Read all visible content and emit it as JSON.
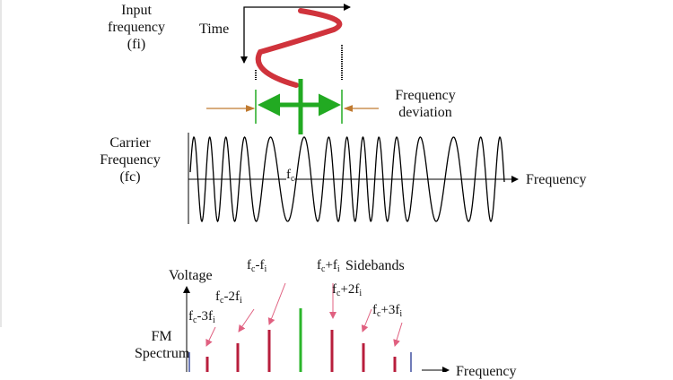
{
  "labels": {
    "input_l1": "Input",
    "input_l2": "frequency",
    "input_l3": "(fi)",
    "time": "Time",
    "dev_l1": "Frequency",
    "dev_l2": "deviation",
    "carrier_l1": "Carrier",
    "carrier_l2": "Frequency",
    "carrier_l3": "(fc)",
    "fc": "f",
    "fc_sub": "c",
    "frequency": "Frequency",
    "voltage": "Voltage",
    "fm_l1": "FM",
    "fm_l2": "Spectrum",
    "sidebands": "Sidebands",
    "frequency_bottom": "Frequency"
  },
  "sidebands": [
    {
      "f": "f",
      "c": "c",
      "op": "-3f",
      "i": "i"
    },
    {
      "f": "f",
      "c": "c",
      "op": "-2f",
      "i": "i"
    },
    {
      "f": "f",
      "c": "c",
      "op": "-f",
      "i": "i"
    },
    {
      "f": "f",
      "c": "c",
      "op": "+f",
      "i": "i"
    },
    {
      "f": "f",
      "c": "c",
      "op": "+2f",
      "i": "i"
    },
    {
      "f": "f",
      "c": "c",
      "op": "+3f",
      "i": "i"
    }
  ],
  "colors": {
    "signal": "#d0333c",
    "deviation": "#22aa22",
    "limit_arrow": "#c07a30",
    "pointer": "#e06080",
    "sideband": "#b81e3c",
    "carrier": "#2ab52a",
    "edge": "#4050a0"
  }
}
